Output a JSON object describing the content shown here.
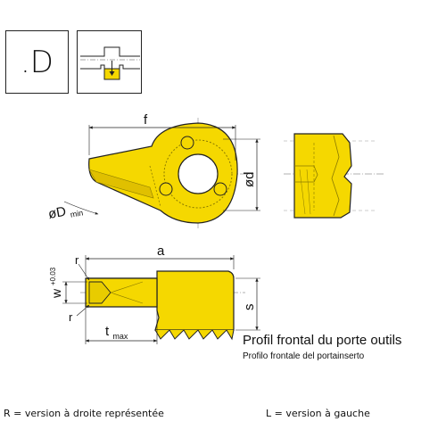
{
  "code_box": {
    "label": ".D"
  },
  "dimensions": {
    "f": "f",
    "d": "ød",
    "D_min_main": "øD",
    "D_min_sub": "min",
    "a": "a",
    "s": "s",
    "r_top": "r",
    "r_bottom": "r",
    "w_main": "w",
    "w_tol": "+0.03",
    "t_main": "t",
    "t_sub": "max"
  },
  "caption": {
    "french": "Profil frontal du porte outils",
    "italian": "Profilo frontale del portainserto"
  },
  "notes": {
    "right_version": "R = version à droite représentée",
    "left_version": "L = version à gauche"
  },
  "colors": {
    "insert_yellow": "#f5d800",
    "outline": "#222222",
    "hatch": "#8a7a00"
  }
}
